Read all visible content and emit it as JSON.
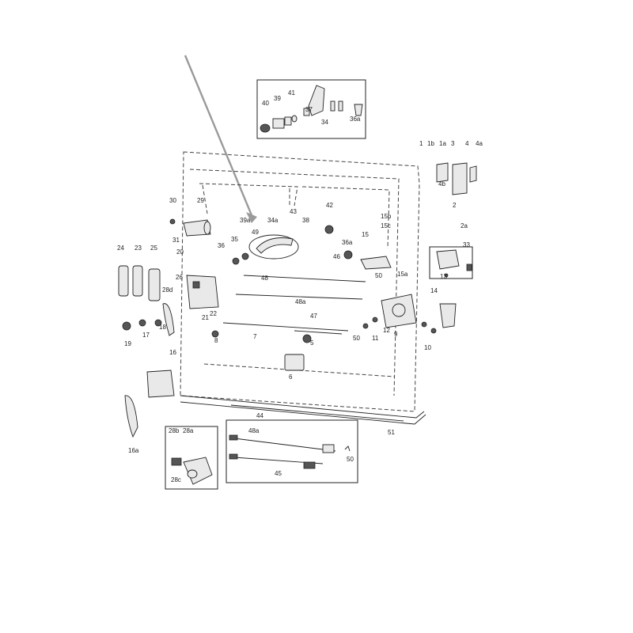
{
  "colors": {
    "ink": "#222222",
    "pointer": "#9a9a9a",
    "background": "#ffffff"
  },
  "labels": [
    "40",
    "39",
    "41",
    "37",
    "36a",
    "34",
    "1",
    "1b",
    "1a",
    "3",
    "4",
    "4a",
    "4b",
    "2",
    "2a",
    "33",
    "13",
    "30",
    "29",
    "39a",
    "34a",
    "43",
    "38",
    "42",
    "15c",
    "15b",
    "15",
    "49",
    "35",
    "36",
    "36a",
    "46",
    "50",
    "15a",
    "24",
    "23",
    "25",
    "31",
    "20",
    "26",
    "22",
    "28d",
    "48",
    "48a",
    "47",
    "14",
    "12",
    "10",
    "9",
    "11",
    "50",
    "5",
    "7",
    "8",
    "18",
    "17",
    "19",
    "16",
    "16a",
    "28b",
    "28a",
    "44",
    "48a",
    "50",
    "45",
    "28c",
    "6",
    "51",
    "21"
  ]
}
